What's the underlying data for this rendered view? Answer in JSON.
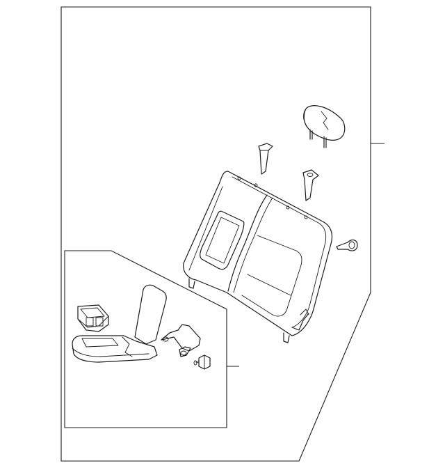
{
  "diagram": {
    "parts": [
      {
        "name": "headrest"
      },
      {
        "name": "headrest-guide-left"
      },
      {
        "name": "headrest-guide-right"
      },
      {
        "name": "seat-back-assembly"
      },
      {
        "name": "side-bolster-clip"
      },
      {
        "name": "armrest-cupholder"
      },
      {
        "name": "armrest-assembly"
      },
      {
        "name": "armrest-bracket"
      },
      {
        "name": "armrest-bolt"
      }
    ],
    "callouts": [
      {
        "name": "seat-back-callout",
        "label": ""
      },
      {
        "name": "armrest-callout",
        "label": ""
      }
    ]
  }
}
